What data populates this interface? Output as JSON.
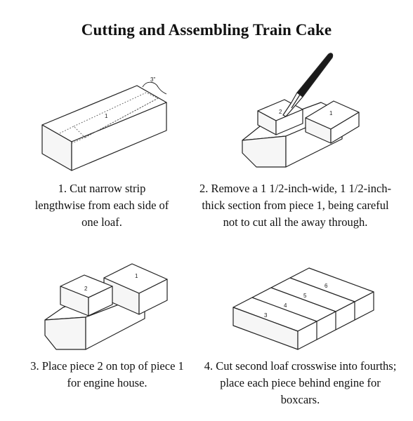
{
  "title": "Cutting and Assembling Train Cake",
  "steps": [
    {
      "caption": "1. Cut narrow strip lengthwise from each side of one loaf.",
      "labels": {
        "dimension": "3\"",
        "piece": "1"
      }
    },
    {
      "caption": "2. Remove a 1 1/2-inch-wide, 1 1/2-inch-thick section from piece 1, being careful not to cut all the away through.",
      "labels": {
        "piece_a": "2",
        "piece_b": "1"
      }
    },
    {
      "caption": "3. Place piece 2 on top of piece 1 for engine house.",
      "labels": {
        "piece_a": "2",
        "piece_b": "1"
      }
    },
    {
      "caption": "4. Cut second loaf crosswise into fourths; place each piece behind engine for boxcars.",
      "labels": {
        "p3": "3",
        "p4": "4",
        "p5": "5",
        "p6": "6"
      }
    }
  ]
}
